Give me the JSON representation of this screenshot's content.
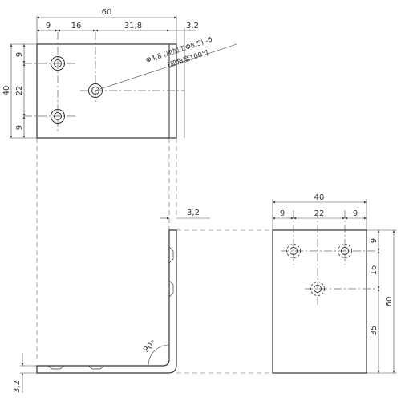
{
  "colors": {
    "outline": "#333333",
    "dimension": "#444444",
    "centerline": "#666666"
  },
  "top_view": {
    "overall_width": "60",
    "segments": [
      "9",
      "16",
      "31,8",
      "3,2"
    ],
    "height": "40",
    "vertical_segments": [
      "9",
      "22",
      "9"
    ],
    "hole_note": "Φ4,8 (皿加工Φ8,5) -6",
    "countersink_note": "[皿角度100°]"
  },
  "side_view": {
    "thickness_top": "3,2",
    "thickness_bottom": "3,2",
    "bend_angle": "90°"
  },
  "end_view": {
    "width": "40",
    "segments": [
      "9",
      "22",
      "9"
    ],
    "vertical_segments": [
      "9",
      "16",
      "35"
    ],
    "height": "60"
  }
}
